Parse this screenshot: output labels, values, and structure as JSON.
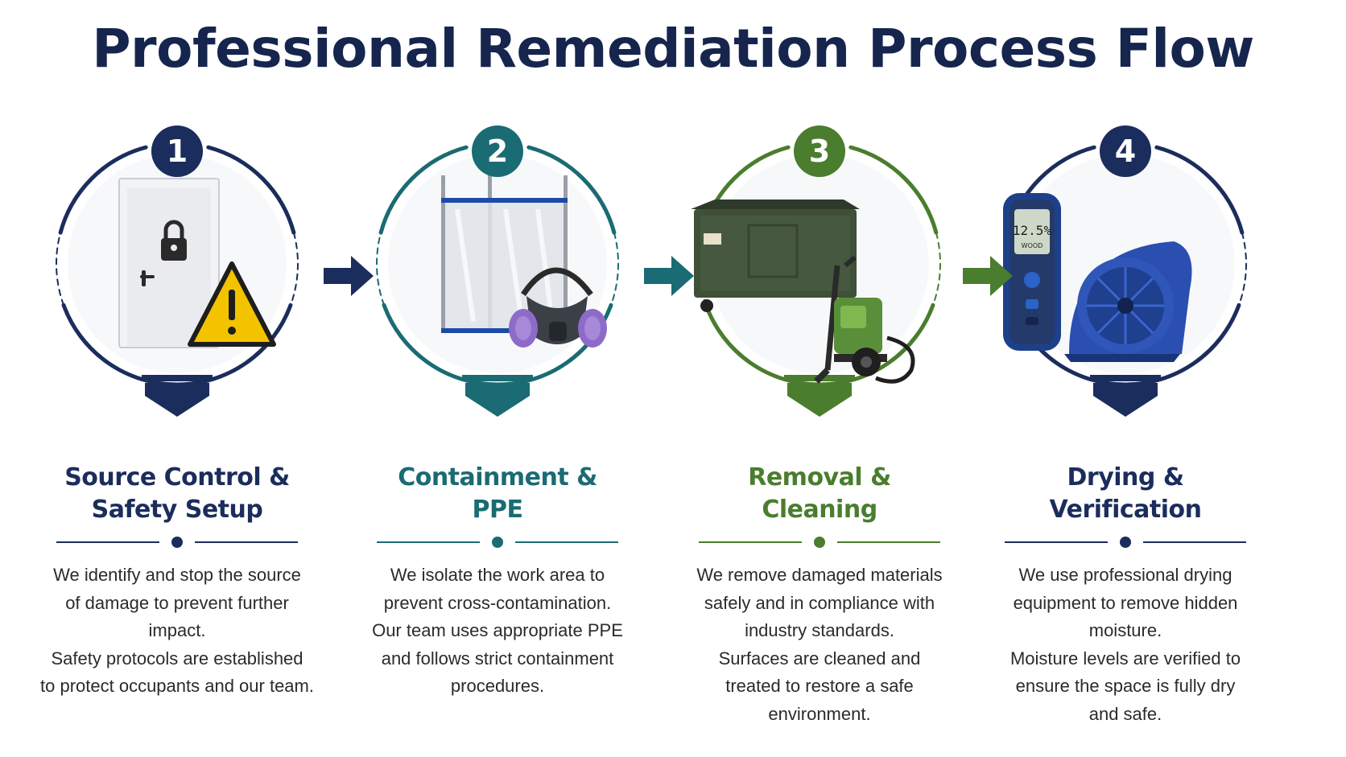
{
  "title": "Professional Remediation Process Flow",
  "colors": {
    "navy": "#1b2d5c",
    "teal": "#1a6b73",
    "green": "#4a7d2d"
  },
  "steps": [
    {
      "number": "1",
      "title_line1": "Source Control &",
      "title_line2": "Safety Setup",
      "color": "#1b2d5c",
      "icons": [
        "door-icon",
        "lock-icon",
        "warning-icon"
      ],
      "desc": [
        "We identify and stop the source",
        "of damage to prevent further",
        "impact.",
        "Safety protocols are established",
        "to protect occupants and our team."
      ]
    },
    {
      "number": "2",
      "title_line1": "Containment &",
      "title_line2": "PPE",
      "color": "#1a6b73",
      "icons": [
        "containment-barrier-icon",
        "respirator-mask-icon"
      ],
      "desc": [
        "We isolate the work area to",
        "prevent cross-contamination.",
        "Our team uses appropriate PPE",
        "and follows strict containment",
        "procedures."
      ]
    },
    {
      "number": "3",
      "title_line1": "Removal &",
      "title_line2": "Cleaning",
      "color": "#4a7d2d",
      "icons": [
        "dumpster-icon",
        "pressure-washer-icon"
      ],
      "desc": [
        "We remove damaged materials",
        "safely and in compliance with",
        "industry standards.",
        "Surfaces are cleaned and",
        "treated to restore a safe",
        "environment."
      ]
    },
    {
      "number": "4",
      "title_line1": "Drying &",
      "title_line2": "Verification",
      "color": "#1b2d5c",
      "icons": [
        "moisture-meter-icon",
        "air-mover-fan-icon"
      ],
      "meter_reading": "12.5%",
      "meter_mode": "WOOD",
      "desc": [
        "We use professional drying",
        "equipment to remove hidden",
        "moisture.",
        "Moisture levels are verified to",
        "ensure the space is fully dry",
        "and safe."
      ]
    }
  ],
  "arrows": [
    {
      "from": "1",
      "to": "2",
      "color": "#1b2d5c"
    },
    {
      "from": "2",
      "to": "3",
      "color": "#1a6b73"
    },
    {
      "from": "3",
      "to": "4",
      "color": "#4a7d2d"
    }
  ]
}
